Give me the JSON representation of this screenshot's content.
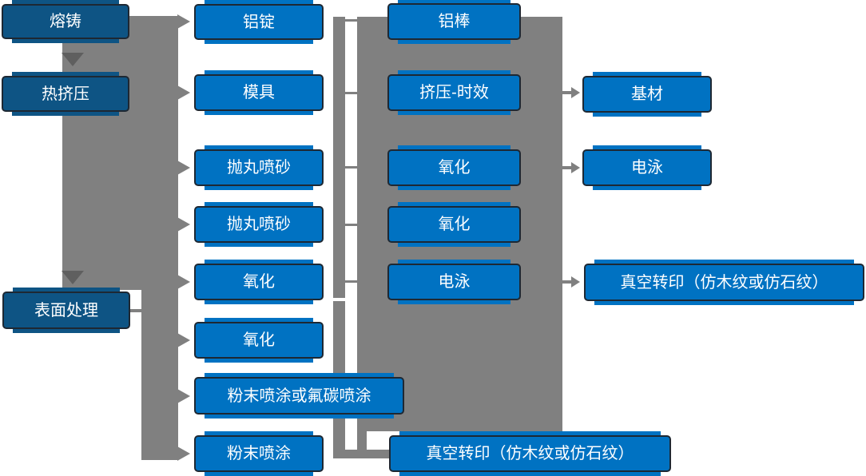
{
  "diagram_title": "",
  "nodes": {
    "melting_casting": "熔铸",
    "hot_extrusion": "热挤压",
    "surface_treatment": "表面处理",
    "aluminum_ingot": "铝锭",
    "mold": "模具",
    "shot_blasting_1": "抛丸喷砂",
    "shot_blasting_2": "抛丸喷砂",
    "oxidation_col2_1": "氧化",
    "oxidation_col2_2": "氧化",
    "powder_or_fluorocarbon_coating": "粉末喷涂或氟碳喷涂",
    "powder_coating": "粉末喷涂",
    "aluminum_rod": "铝棒",
    "extrusion_aging": "挤压-时效",
    "oxidation_col3_1": "氧化",
    "oxidation_col3_2": "氧化",
    "electrophoresis_col3": "电泳",
    "base_material": "基材",
    "electrophoresis_col4": "电泳",
    "vacuum_transfer_print_1": "真空转印（仿木纹或仿石纹）",
    "vacuum_transfer_print_2": "真空转印（仿木纹或仿石纹）"
  },
  "colors": {
    "box_blue": "#0072C2",
    "box_dark_blue": "#0E5484",
    "connector_gray": "#808080",
    "down_arrow_gray": "#5F5F5F",
    "box_border": "#1E2833",
    "text": "#FFFFFF"
  }
}
